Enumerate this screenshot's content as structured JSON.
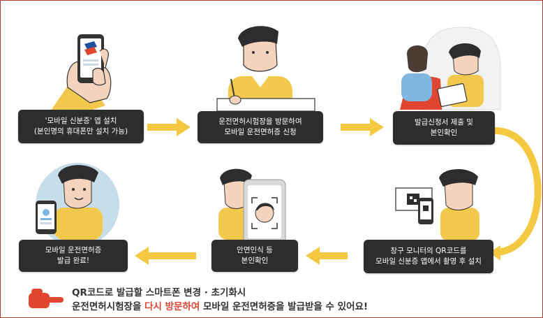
{
  "steps": [
    {
      "line1": "'모바일 신분증' 앱 설치",
      "line2": "(본인명의 휴대폰만 설치 가능)"
    },
    {
      "line1": "운전면허시험장을 방문하여",
      "line2": "모바일 운전면허증 신청"
    },
    {
      "line1": "발급신청서 제출 및",
      "line2": "본인확인"
    },
    {
      "line1": "창구 모니터의 QR코드를",
      "line2": "모바일 신분증 앱에서 촬영 후 설치"
    },
    {
      "line1": "안면인식 등",
      "line2": "본인확인"
    },
    {
      "line1": "모바일 운전면허증",
      "line2": "발급 완료!"
    }
  ],
  "footer": {
    "line1": "QR코드로 발급할 스마트폰 변경 · 초기화시",
    "line2_before": "운전면허시험장을 ",
    "line2_highlight": "다시 방문하여",
    "line2_after": " 모바일 운전면허증을 발급받을 수 있어요!"
  },
  "colors": {
    "step_bg": "#2d2d2f",
    "arrow": "#f5c842",
    "shirt": "#f2c94c",
    "highlight": "#e0462f",
    "border": "#b73a2e"
  }
}
